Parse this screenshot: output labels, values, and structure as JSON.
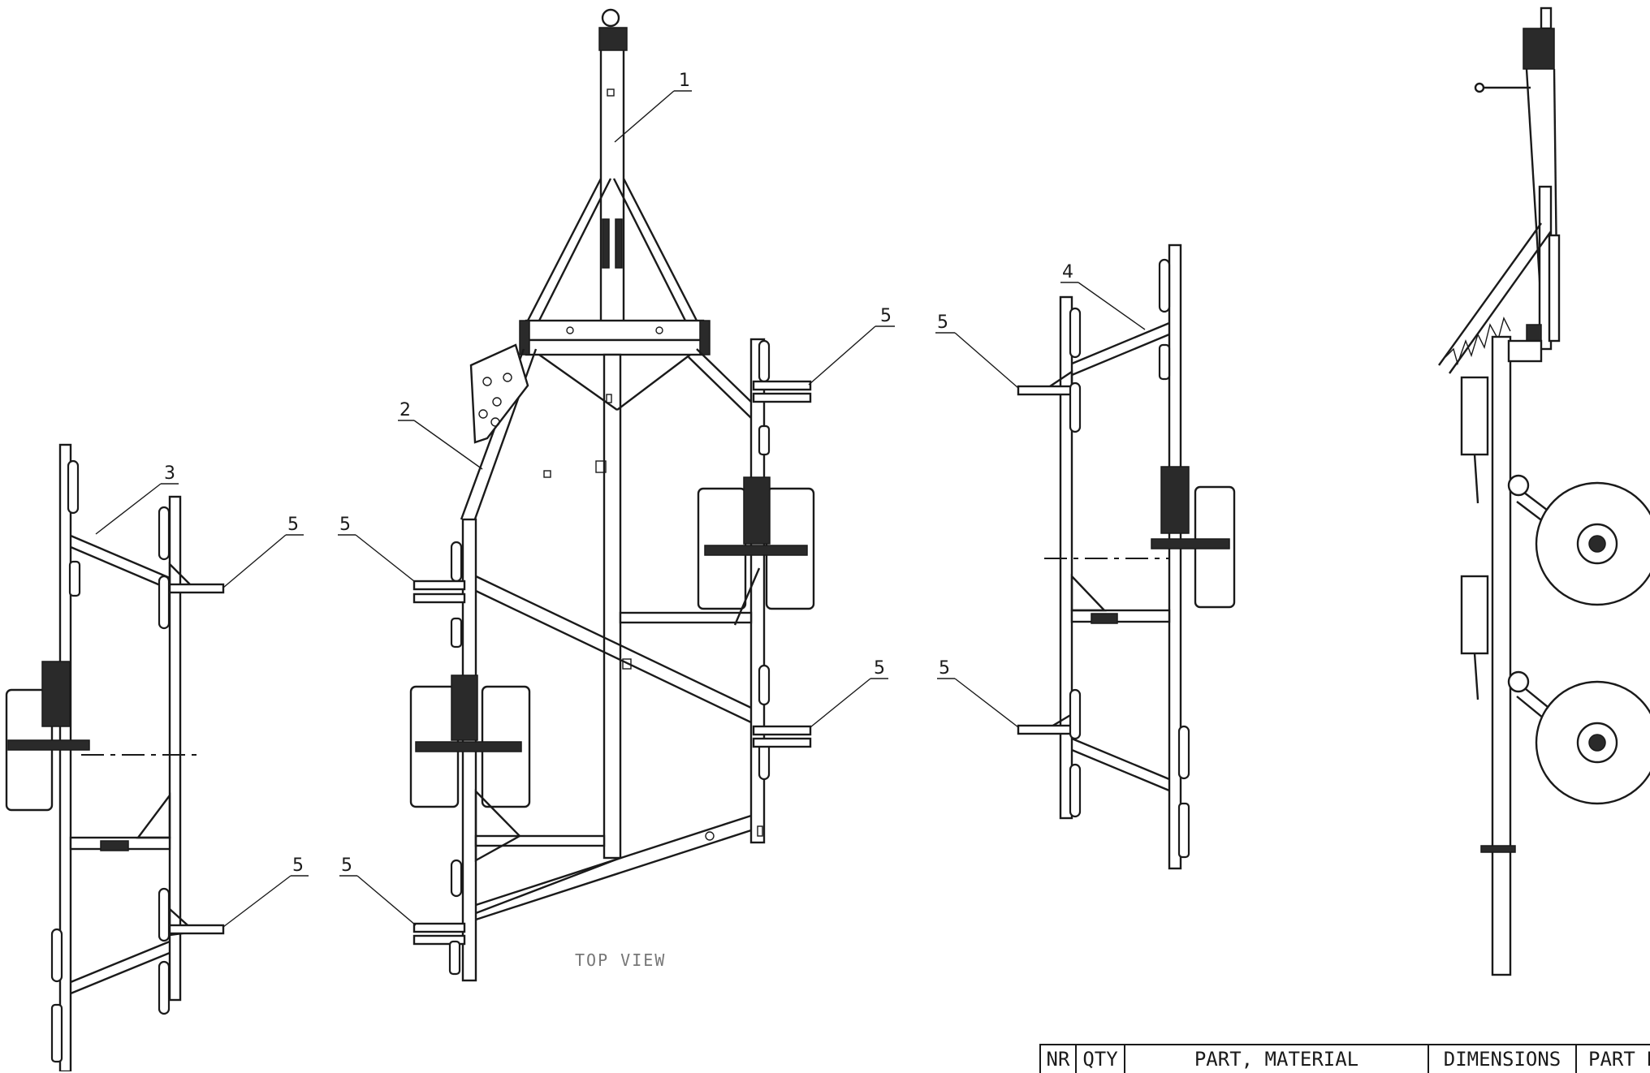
{
  "drawing": {
    "view_label": "TOP VIEW",
    "callouts": [
      {
        "id": "c1",
        "text": "1"
      },
      {
        "id": "c2",
        "text": "2"
      },
      {
        "id": "c3",
        "text": "3"
      },
      {
        "id": "c4",
        "text": "4"
      },
      {
        "id": "c5a",
        "text": "5"
      },
      {
        "id": "c5b",
        "text": "5"
      },
      {
        "id": "c5c",
        "text": "5"
      },
      {
        "id": "c5d",
        "text": "5"
      },
      {
        "id": "c5e",
        "text": "5"
      },
      {
        "id": "c5f",
        "text": "5"
      },
      {
        "id": "c5g",
        "text": "5"
      },
      {
        "id": "c5h",
        "text": "5"
      }
    ]
  },
  "title_block": {
    "columns": [
      {
        "key": "nr",
        "label": "NR"
      },
      {
        "key": "qty",
        "label": "QTY"
      },
      {
        "key": "part",
        "label": "PART, MATERIAL"
      },
      {
        "key": "dims",
        "label": "DIMENSIONS"
      },
      {
        "key": "partno",
        "label": "PART N"
      }
    ]
  }
}
